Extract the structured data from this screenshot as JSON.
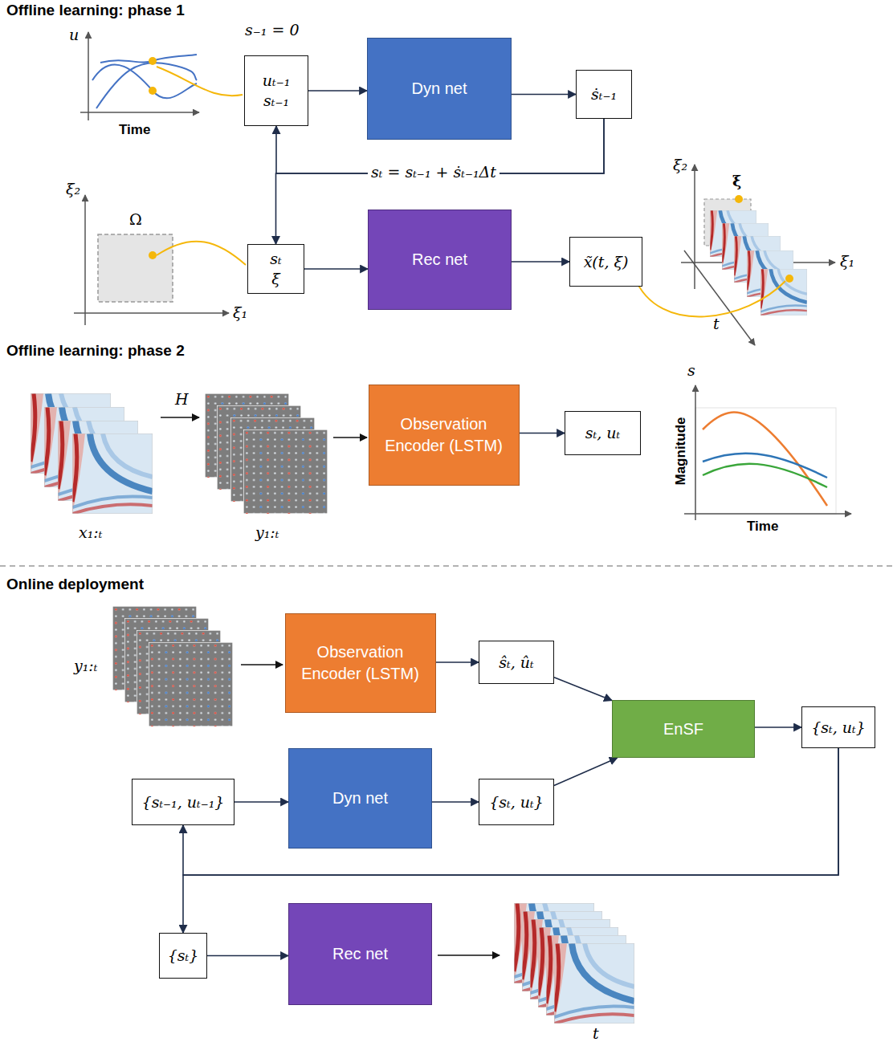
{
  "diagram": {
    "nodes": [
      {
        "text": [
          "uₜ₋₁",
          "sₜ₋₁"
        ]
      },
      {
        "text": [
          "Dyn net"
        ]
      },
      {
        "text": [
          "ṡₜ₋₁"
        ]
      },
      {
        "text": [
          "sₜ",
          "ξ"
        ]
      },
      {
        "text": [
          "Rec net"
        ]
      },
      {
        "text": [
          "x̃(t, ξ)"
        ]
      },
      {
        "text": [
          "Observation Encoder (LSTM)"
        ]
      },
      {
        "text": [
          "sₜ, uₜ"
        ]
      },
      {
        "text": [
          "Observation Encoder (LSTM)"
        ]
      },
      {
        "text": [
          "ŝₜ, ûₜ"
        ]
      },
      {
        "text": [
          "{sₜ₋₁, uₜ₋₁}"
        ]
      },
      {
        "text": [
          "Dyn net"
        ]
      },
      {
        "text": [
          "{sₜ, uₜ}"
        ]
      },
      {
        "text": [
          "EnSF"
        ]
      },
      {
        "text": [
          "{sₜ, uₜ}"
        ]
      },
      {
        "text": [
          "{sₜ}"
        ]
      },
      {
        "text": [
          "Rec net"
        ]
      }
    ],
    "edges": [
      {
        "from": 0,
        "to": 1,
        "arrow": "to"
      },
      {
        "from": 1,
        "to": 2,
        "arrow": "to"
      },
      {
        "from": 2,
        "to": 0,
        "arrow": "to",
        "label": "sₜ = sₜ₋₁ + ṡₜ₋₁Δt"
      },
      {
        "from": 2,
        "to": 3,
        "arrow": "to"
      },
      {
        "from": 3,
        "to": 4,
        "arrow": "to"
      },
      {
        "from": 4,
        "to": 5,
        "arrow": "to"
      },
      {
        "from": 6,
        "to": 7,
        "arrow": "to"
      },
      {
        "from": 8,
        "to": 9,
        "arrow": "to"
      },
      {
        "from": 9,
        "to": 13,
        "arrow": "to"
      },
      {
        "from": 10,
        "to": 11,
        "arrow": "to"
      },
      {
        "from": 11,
        "to": 12,
        "arrow": "to"
      },
      {
        "from": 12,
        "to": 13,
        "arrow": "to"
      },
      {
        "from": 13,
        "to": 14,
        "arrow": "to"
      },
      {
        "from": 14,
        "to": 10,
        "arrow": "to"
      },
      {
        "from": 14,
        "to": 15,
        "arrow": "to"
      },
      {
        "from": 15,
        "to": 16,
        "arrow": "to"
      }
    ],
    "labels": [
      "Offline learning: phase 1",
      "u",
      "Time",
      "s₋₁ = 0",
      "ξ₂",
      "Ω",
      "ξ₁",
      "ξ₂",
      "ξ",
      "ξ₁",
      "t",
      "Offline learning: phase 2",
      "H",
      "x₁:ₜ",
      "y₁:ₜ",
      "s",
      "Magnitude",
      "Time",
      "Online deployment",
      "y₁:ₜ",
      "t"
    ]
  }
}
